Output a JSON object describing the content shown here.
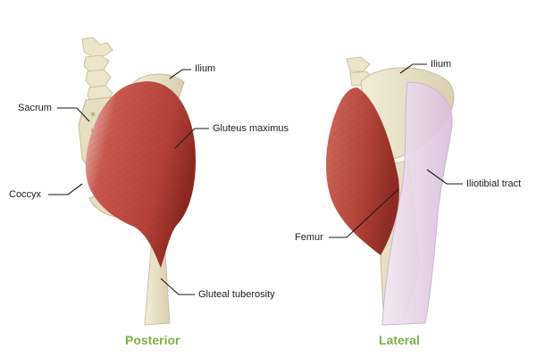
{
  "colors": {
    "bone": "#ece5cc",
    "bone_shadow": "#cfc6a5",
    "muscle": "#b8473c",
    "muscle_dark": "#8d2a22",
    "tract": "#e9d9ea",
    "tract_edge": "#c8aacb",
    "leader": "#1a1a1a",
    "view_label": "#7cb342"
  },
  "posterior": {
    "view_label": "Posterior",
    "labels": {
      "ilium": "Ilium",
      "sacrum": "Sacrum",
      "gluteus_maximus": "Gluteus maximus",
      "coccyx": "Coccyx",
      "gluteal_tuberosity": "Gluteal tuberosity"
    }
  },
  "lateral": {
    "view_label": "Lateral",
    "labels": {
      "ilium": "Ilium",
      "iliotibial_tract": "Iliotibial tract",
      "femur": "Femur"
    }
  }
}
